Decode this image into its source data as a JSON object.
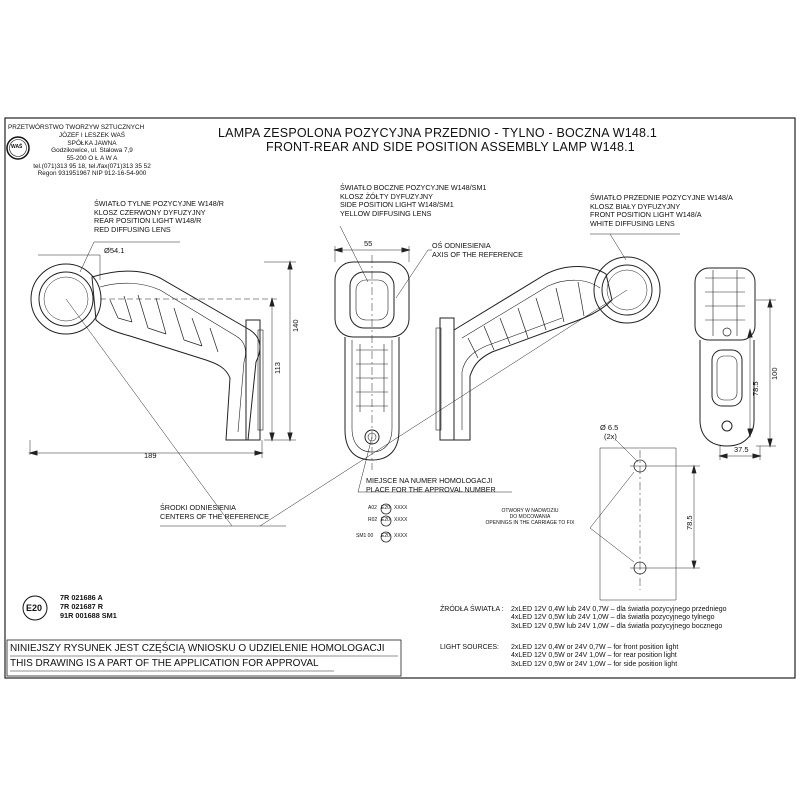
{
  "company": {
    "lines": [
      "PRZETWÓRSTWO TWORZYW SZTUCZNYCH",
      "JÓZEF I LESZEK WAŚ",
      "SPÓŁKA JAWNA",
      "Godzikowice, ul. Stalowa 7,9",
      "55-200   O Ł A W A",
      "tel.(071)313 95 18, tel./fax(071)313 35 52",
      "Regon 931951967 NIP 912-16-54-900"
    ],
    "logo_text": "WAŚ"
  },
  "title": {
    "pl": "LAMPA ZESPOLONA POZYCYJNA PRZEDNIO - TYLNO - BOCZNA W148.1",
    "en": "FRONT-REAR AND SIDE POSITION  ASSEMBLY LAMP W148.1"
  },
  "callouts": {
    "rear": [
      "ŚWIATŁO TYLNE POZYCYJNE W148/R",
      "KLOSZ  CZERWONY DYFUZYJNY",
      "REAR POSITION LIGHT W148/R",
      "RED DIFFUSING LENS"
    ],
    "side": [
      "ŚWIATŁO BOCZNE POZYCYJNE W148/SM1",
      "KLOSZ  ŻÓŁTY DYFUZYJNY",
      "SIDE POSITION LIGHT W148/SM1",
      "YELLOW DIFFUSING LENS"
    ],
    "front": [
      "ŚWIATŁO PRZEDNIE POZYCYJNE W148/A",
      "KLOSZ  BIAŁY DYFUZYJNY",
      "FRONT POSITION LIGHT W148/A",
      "WHITE DIFFUSING LENS"
    ],
    "axis": [
      "OŚ ODNIESIENIA",
      "AXIS OF THE REFERENCE"
    ],
    "homologation": [
      "MIEJSCE NA NUMER HOMOLOGACJI",
      "PLACE FOR THE APPROVAL NUMBER"
    ],
    "centers": [
      "ŚRODKI ODNIESIENIA",
      "CENTERS OF THE REFERENCE"
    ],
    "mounting": [
      "OTWORY W NADWOZIU",
      "DO MOCOWANIA",
      "OPENINGS IN THE CARRIAGE TO FIX"
    ]
  },
  "dimensions": {
    "d541": "Ø54.1",
    "w55": "55",
    "h140": "140",
    "h113": "113",
    "w189": "189",
    "h100": "100",
    "h785a": "78.5",
    "w375": "37.5",
    "d65": "Ø 6.5",
    "x2": "(2x)",
    "h785b": "78.5"
  },
  "approval_marks": [
    {
      "code": "A02",
      "mark": "E20",
      "num": "XXXX"
    },
    {
      "code": "R02",
      "mark": "E20",
      "num": "XXXX"
    },
    {
      "code": "SM1 00",
      "mark": "E20",
      "num": "XXXX"
    }
  ],
  "e_mark": "E20",
  "approval_numbers": [
    "7R 021686 A",
    "7R 021687 R",
    "91R 001688 SM1"
  ],
  "statement": {
    "pl": "NINIEJSZY RYSUNEK JEST CZĘŚCIĄ WNIOSKU O  UDZIELENIE HOMOLOGACJI",
    "en": "THIS DRAWING IS A PART OF THE APPLICATION FOR  APPROVAL"
  },
  "light_sources_pl": {
    "label": "ŹRÓDŁA ŚWIATŁA :",
    "lines": [
      "2xLED 12V 0,4W lub 24V 0,7W – dla światła pozycyjnego przedniego",
      "4xLED 12V 0,5W lub 24V 1,0W – dla światła pozycyjnego tylnego",
      "3xLED 12V 0,5W lub 24V 1,0W – dla światła pozycyjnego bocznego"
    ]
  },
  "light_sources_en": {
    "label": "LIGHT SOURCES:",
    "lines": [
      "2xLED 12V 0,4W or 24V 0,7W – for front position light",
      "4xLED 12V 0,5W or 24V 1,0W – for rear position light",
      "3xLED 12V 0,5W or 24V 1,0W – for side position light"
    ]
  }
}
